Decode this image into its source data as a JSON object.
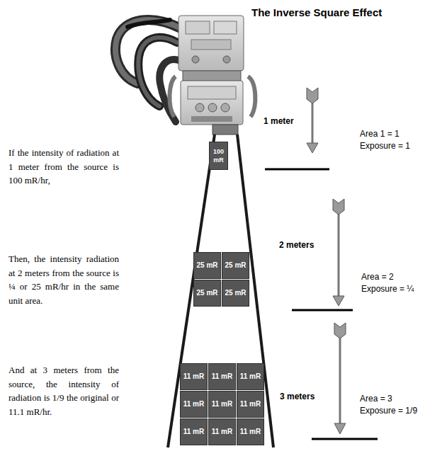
{
  "diagram": {
    "title": "The Inverse Square Effect",
    "nodes": [
      {
        "text": [
          "100 mR"
        ]
      },
      {
        "text": [
          "25 mR"
        ]
      },
      {
        "text": [
          "25 mR"
        ]
      },
      {
        "text": [
          "25 mR"
        ]
      },
      {
        "text": [
          "25 mR"
        ]
      },
      {
        "text": [
          "11 mR"
        ]
      },
      {
        "text": [
          "11 mR"
        ]
      },
      {
        "text": [
          "11 mR"
        ]
      },
      {
        "text": [
          "11 mR"
        ]
      },
      {
        "text": [
          "11 mR"
        ]
      },
      {
        "text": [
          "11 mR"
        ]
      },
      {
        "text": [
          "11 mR"
        ]
      },
      {
        "text": [
          "11 mR"
        ]
      },
      {
        "text": [
          "11 mR"
        ]
      }
    ],
    "labels": [
      "If the intensity of radiation at 1 meter from the source is 100 mR/hr,",
      "1 meter",
      "Area 1 = 1",
      "Exposure = 1",
      "Then, the intensity radiation at 2 meters from the source is ¼ or 25 mR/hr in the same unit area.",
      "2 meters",
      "Area = 2",
      "Exposure = ¼",
      "And at 3 meters from the source, the intensity of radiation is 1/9 the original or 11.1 mR/hr.",
      "3 meters",
      "Area = 3",
      "Exposure = 1/9"
    ]
  }
}
